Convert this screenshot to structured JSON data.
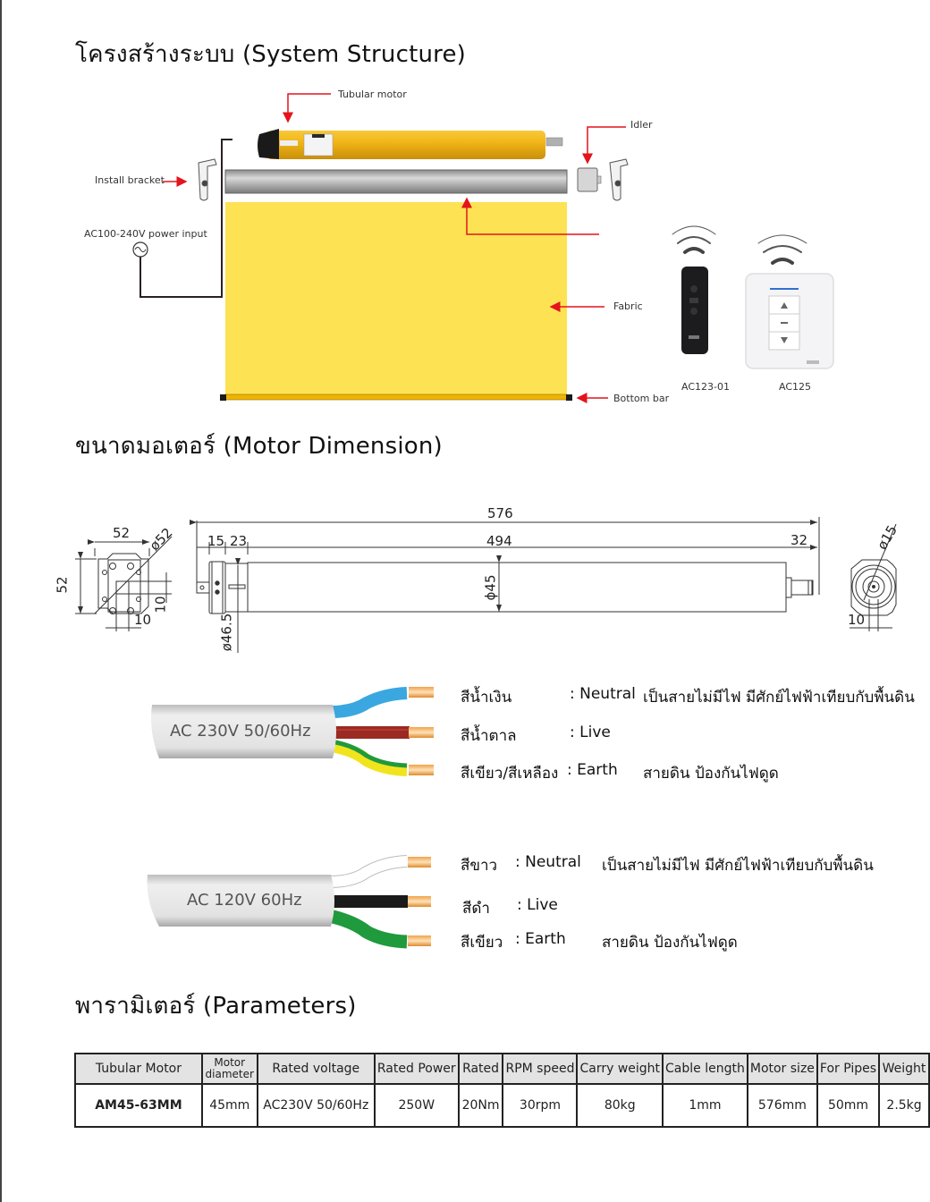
{
  "sections": {
    "structure_title": "โครงสร้างระบบ (System Structure)",
    "dimension_title": "ขนาดมอเตอร์ (Motor Dimension)",
    "parameters_title": "พารามิเตอร์ (Parameters)"
  },
  "structure": {
    "labels": {
      "tubular_motor": "Tubular motor",
      "idler": "Idler",
      "install_bracket": "Install bracket",
      "power_input": "AC100-240V power input",
      "fabric": "Fabric",
      "bottom_bar": "Bottom bar"
    },
    "remotes": [
      {
        "model": "AC123-01",
        "type": "handheld remote"
      },
      {
        "model": "AC125",
        "type": "wall switch"
      }
    ],
    "colors": {
      "arrow": "#e3141c",
      "fabric": "#fde253",
      "motor": "#f2b618",
      "tube": "#a8a8a8"
    }
  },
  "dimensions": {
    "overall_length": "576",
    "tube_length": "494",
    "head_a": "15",
    "head_b": "23",
    "shaft_length": "32",
    "tube_diameter": "ϕ45",
    "head_diameter": "ø46.5",
    "bracket_width": "52",
    "bracket_height": "52",
    "bracket_diagonal": "ø52",
    "bracket_square_w": "10",
    "bracket_square_h": "10",
    "shaft_diameter": "ø15",
    "shaft_square": "10"
  },
  "wiring": [
    {
      "cable_label": "AC 230V 50/60Hz",
      "wires": [
        {
          "color_name": "สีน้ำเงิน",
          "function": ": Neutral",
          "description": "เป็นสายไม่มีไฟ มีศักย์ไฟฟ้าเทียบกับพื้นดิน",
          "color": "#3aa7e0"
        },
        {
          "color_name": "สีน้ำตาล",
          "function": ": Live",
          "description": "",
          "color": "#9a2a22"
        },
        {
          "color_name": "สีเขียว/สีเหลือง",
          "function": ": Earth",
          "description": "สายดิน ป้องกันไฟดูด",
          "color": "#1f9a3c"
        }
      ]
    },
    {
      "cable_label": "AC 120V 60Hz",
      "wires": [
        {
          "color_name": "สีขาว",
          "function": ": Neutral",
          "description": "เป็นสายไม่มีไฟ มีศักย์ไฟฟ้าเทียบกับพื้นดิน",
          "color": "#ffffff"
        },
        {
          "color_name": "สีดำ",
          "function": ": Live",
          "description": "",
          "color": "#1a1a1a"
        },
        {
          "color_name": "สีเขียว",
          "function": ": Earth",
          "description": "สายดิน ป้องกันไฟดูด",
          "color": "#1f9a3c"
        }
      ]
    }
  ],
  "parameters": {
    "headers": [
      "Tubular Motor",
      "Motor diameter",
      "Rated voltage",
      "Rated Power",
      "Rated",
      "RPM speed",
      "Carry weight",
      "Cable length",
      "Motor size",
      "For Pipes",
      "Weight"
    ],
    "rows": [
      [
        "AM45-63MM",
        "45mm",
        "AC230V 50/60Hz",
        "250W",
        "20Nm",
        "30rpm",
        "80kg",
        "1mm",
        "576mm",
        "50mm",
        "2.5kg"
      ]
    ]
  }
}
